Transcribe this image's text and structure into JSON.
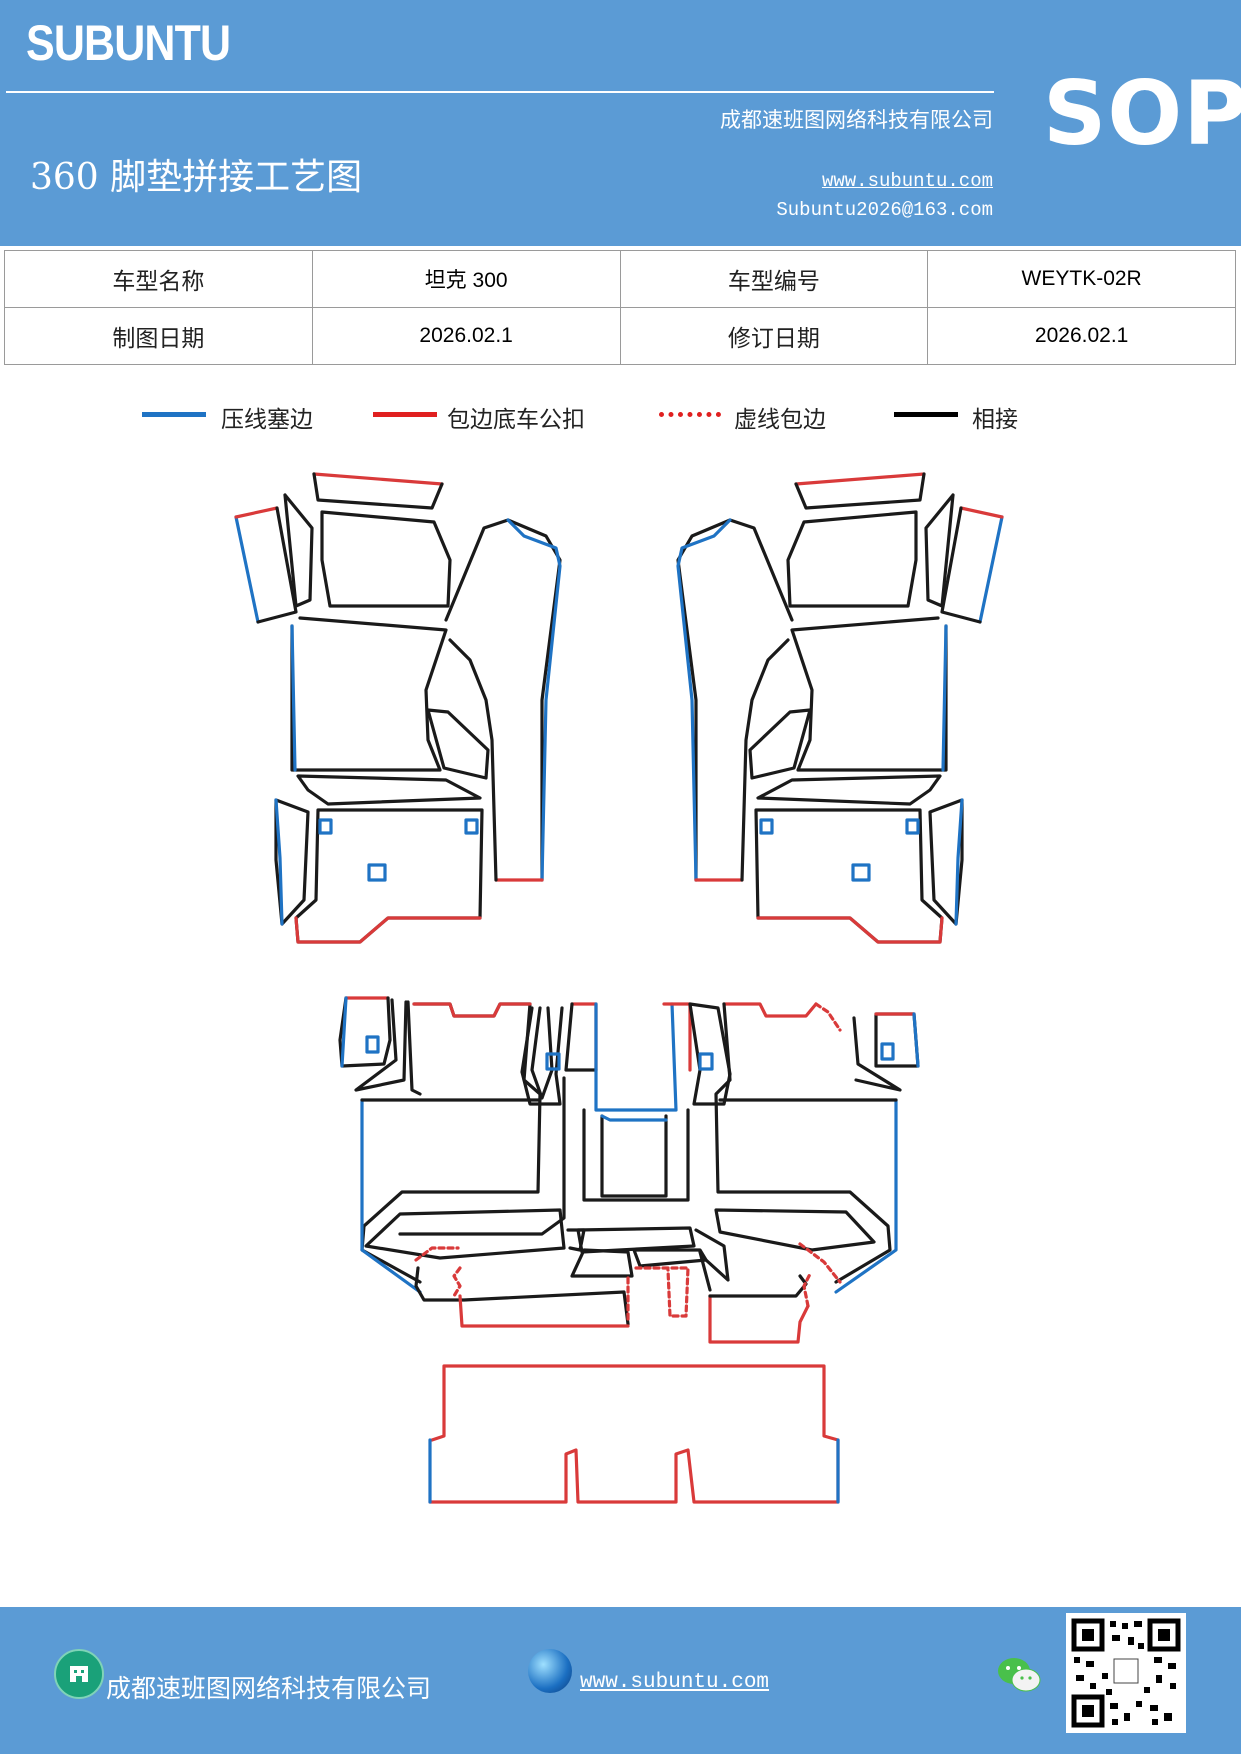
{
  "header": {
    "brand": "SUBUNTU",
    "sop": "SOP",
    "title": "360 脚垫拼接工艺图",
    "company": "成都速班图网络科技有限公司",
    "website": "www.subuntu.com",
    "email": "Subuntu2026@163.com"
  },
  "info": {
    "model_name_label": "车型名称",
    "model_name_value": "坦克 300",
    "model_code_label": "车型编号",
    "model_code_value": "WEYTK-02R",
    "draw_date_label": "制图日期",
    "draw_date_value": "2026.02.1",
    "revise_date_label": "修订日期",
    "revise_date_value": "2026.02.1"
  },
  "legend": [
    {
      "label": "压线塞边",
      "color": "#1f73c4",
      "style": "solid"
    },
    {
      "label": "包边底车公扣",
      "color": "#e02020",
      "style": "solid"
    },
    {
      "label": "虚线包边",
      "color": "#e02020",
      "style": "dotted"
    },
    {
      "label": "相接",
      "color": "#000000",
      "style": "solid"
    }
  ],
  "colors": {
    "header_bg": "#5b9bd5",
    "blue_line": "#1f73c4",
    "red_line": "#d93a3a",
    "black_line": "#1a1a1a"
  },
  "footer": {
    "company": "成都速班图网络科技有限公司",
    "website": "www.subuntu.com",
    "company_icon": "building-icon",
    "web_icon": "globe-icon",
    "wechat_icon": "wechat-icon"
  }
}
